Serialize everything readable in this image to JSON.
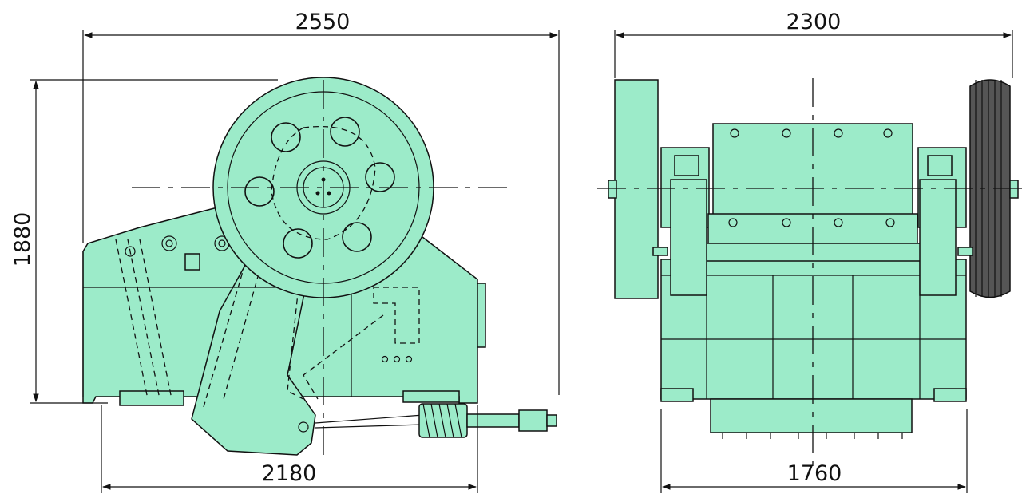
{
  "colors": {
    "machine_fill": "#9cebc9",
    "line": "#111111",
    "background": "#ffffff"
  },
  "dimensions": {
    "side_overall_width": "2550",
    "side_height": "1880",
    "side_base_length": "2180",
    "front_overall_width": "2300",
    "front_base_width": "1760"
  }
}
